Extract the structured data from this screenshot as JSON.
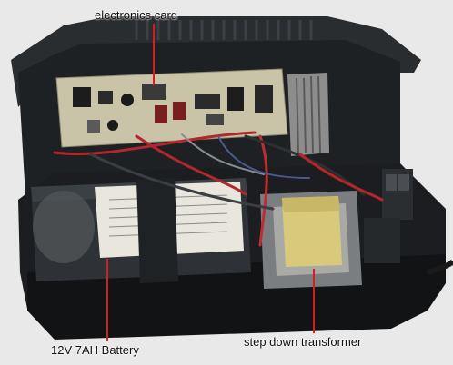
{
  "image": {
    "kind": "photo",
    "subject": "opened UPS enclosure",
    "background_color": "#ececec",
    "accent_color": "#d91c24"
  },
  "labels": {
    "electronics_card": "electronics card",
    "battery": "12V 7AH Battery",
    "transformer": "step down transformer"
  }
}
